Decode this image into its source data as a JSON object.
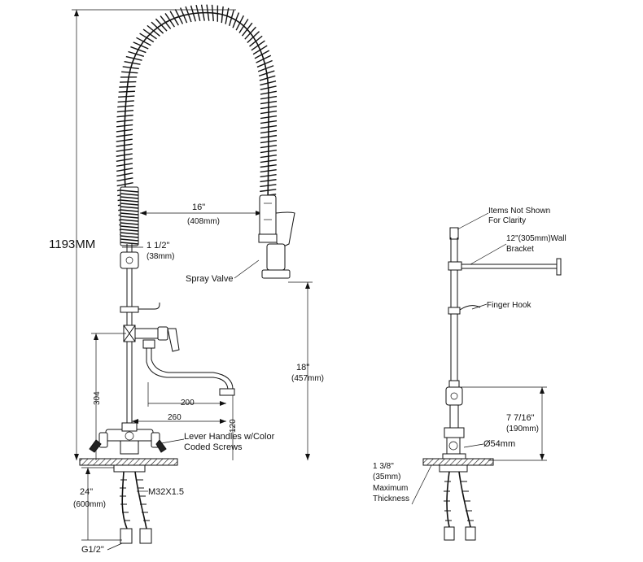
{
  "labels": {
    "overall_height": "1193MM",
    "reach": "16\"",
    "reach_mm": "(408mm)",
    "hose_dia": "1 1/2\"",
    "hose_dia_mm": "(38mm)",
    "spray_valve": "Spray Valve",
    "valve_height": "18\"",
    "valve_height_mm": "(457mm)",
    "spout_h": "304",
    "spout_200": "200",
    "spout_260": "260",
    "spout_120": "120",
    "lever_line1": "Lever Handles w/Color",
    "lever_line2": "Coded Screws",
    "supply_len": "24\"",
    "supply_len_mm": "(600mm)",
    "thread": "M32X1.5",
    "inlet": "G1/2\"",
    "items_line1": "Items Not Shown",
    "items_line2": "For Clarity",
    "bracket_line1": "12\"(305mm)Wall",
    "bracket_line2": "Bracket",
    "finger_hook": "Finger Hook",
    "riser_h": "7 7/16\"",
    "riser_h_mm": "(190mm)",
    "base_dia": "Ø54mm",
    "thick_line1": "1 3/8\"",
    "thick_line2": "(35mm)",
    "thick_line3": "Maximum",
    "thick_line4": "Thickness"
  }
}
